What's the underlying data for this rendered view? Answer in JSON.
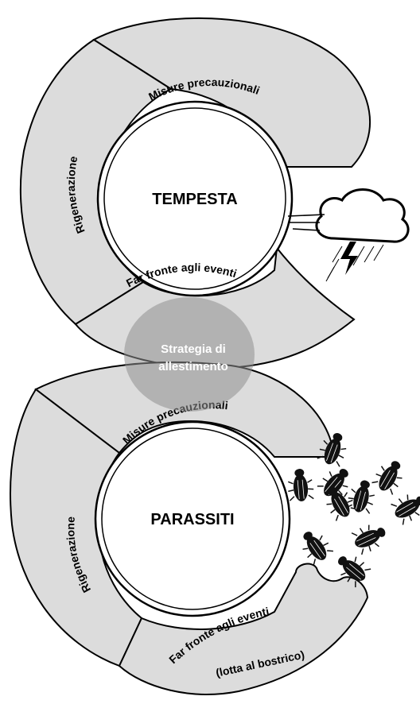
{
  "top_cycle": {
    "center": "TEMPESTA",
    "precaution": "Misure precauzionali",
    "regeneration": "Rigenerazione",
    "coping": "Far fronte agli eventi",
    "icon": "storm-cloud-icon"
  },
  "bottom_cycle": {
    "center": "PARASSITI",
    "precaution": "Misure precauzionali",
    "regeneration": "Rigenerazione",
    "coping": "Far fronte agli eventi",
    "coping_note": "(lotta al bostrico)",
    "icon": "bark-beetle-icon"
  },
  "hub": {
    "line1": "Strategia di",
    "line2": "allestimento"
  },
  "colors": {
    "segment_fill": "#dcdcdc",
    "hub_fill": "#8f8f8f",
    "outline": "#000000"
  }
}
